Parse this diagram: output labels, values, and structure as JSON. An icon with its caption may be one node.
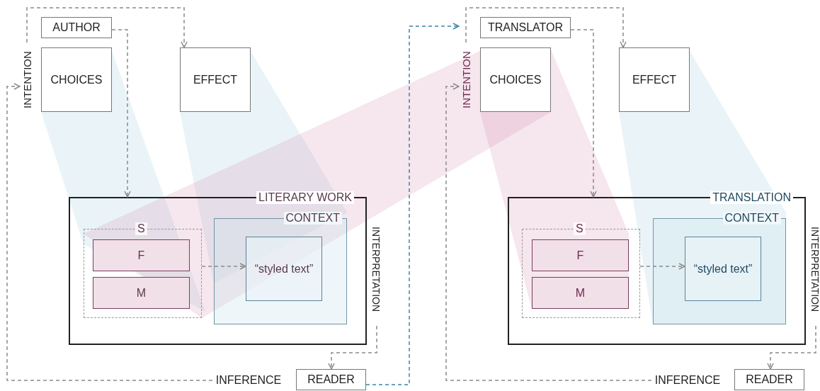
{
  "diagram": {
    "nodes": [
      {
        "text": [
          "AUTHOR"
        ]
      },
      {
        "text": [
          "CHOICES"
        ]
      },
      {
        "text": [
          "EFFECT"
        ]
      },
      {
        "text": [
          "LITERARY WORK"
        ]
      },
      {
        "text": [
          "S"
        ],
        "in": 3
      },
      {
        "text": [
          "F"
        ],
        "in": 4
      },
      {
        "text": [
          "M"
        ],
        "in": 4
      },
      {
        "text": [
          "CONTEXT"
        ],
        "in": 3
      },
      {
        "text": [
          "“styled text”"
        ],
        "in": 7
      },
      {
        "text": [
          "INTERPRETATION"
        ]
      },
      {
        "text": [
          "READER"
        ]
      },
      {
        "text": [
          "INFERENCE"
        ]
      },
      {
        "text": [
          "INTENTION"
        ]
      },
      {
        "text": [
          "TRANSLATOR"
        ]
      },
      {
        "text": [
          "CHOICES"
        ]
      },
      {
        "text": [
          "EFFECT"
        ]
      },
      {
        "text": [
          "TRANSLATION"
        ]
      },
      {
        "text": [
          "S"
        ],
        "in": 16
      },
      {
        "text": [
          "F"
        ],
        "in": 17
      },
      {
        "text": [
          "M"
        ],
        "in": 17
      },
      {
        "text": [
          "CONTEXT"
        ],
        "in": 16
      },
      {
        "text": [
          "“styled text”"
        ],
        "in": 20
      },
      {
        "text": [
          "INTERPRETATION"
        ]
      },
      {
        "text": [
          "READER"
        ]
      },
      {
        "text": [
          "INFERENCE"
        ]
      },
      {
        "text": [
          "INTENTION"
        ]
      }
    ],
    "edges": [
      {
        "from": 0,
        "to": 3,
        "arrow": "to",
        "style": "dashed"
      },
      {
        "from": 12,
        "to": 2,
        "arrow": "to",
        "style": "dashed"
      },
      {
        "from": 11,
        "to": 12,
        "arrow": "to",
        "style": "dashed"
      },
      {
        "from": 9,
        "to": 10,
        "arrow": "to",
        "style": "dashed"
      },
      {
        "from": 4,
        "to": 8,
        "arrow": "to",
        "style": "dashed"
      },
      {
        "from": 10,
        "to": 25,
        "arrow": "to",
        "style": "dashed",
        "color": "#3a86a6"
      },
      {
        "from": 13,
        "to": 16,
        "arrow": "to",
        "style": "dashed"
      },
      {
        "from": 25,
        "to": 15,
        "arrow": "to",
        "style": "dashed"
      },
      {
        "from": 24,
        "to": 25,
        "arrow": "to",
        "style": "dashed"
      },
      {
        "from": 22,
        "to": 23,
        "arrow": "to",
        "style": "dashed"
      },
      {
        "from": 17,
        "to": 21,
        "arrow": "to",
        "style": "dashed"
      }
    ]
  }
}
